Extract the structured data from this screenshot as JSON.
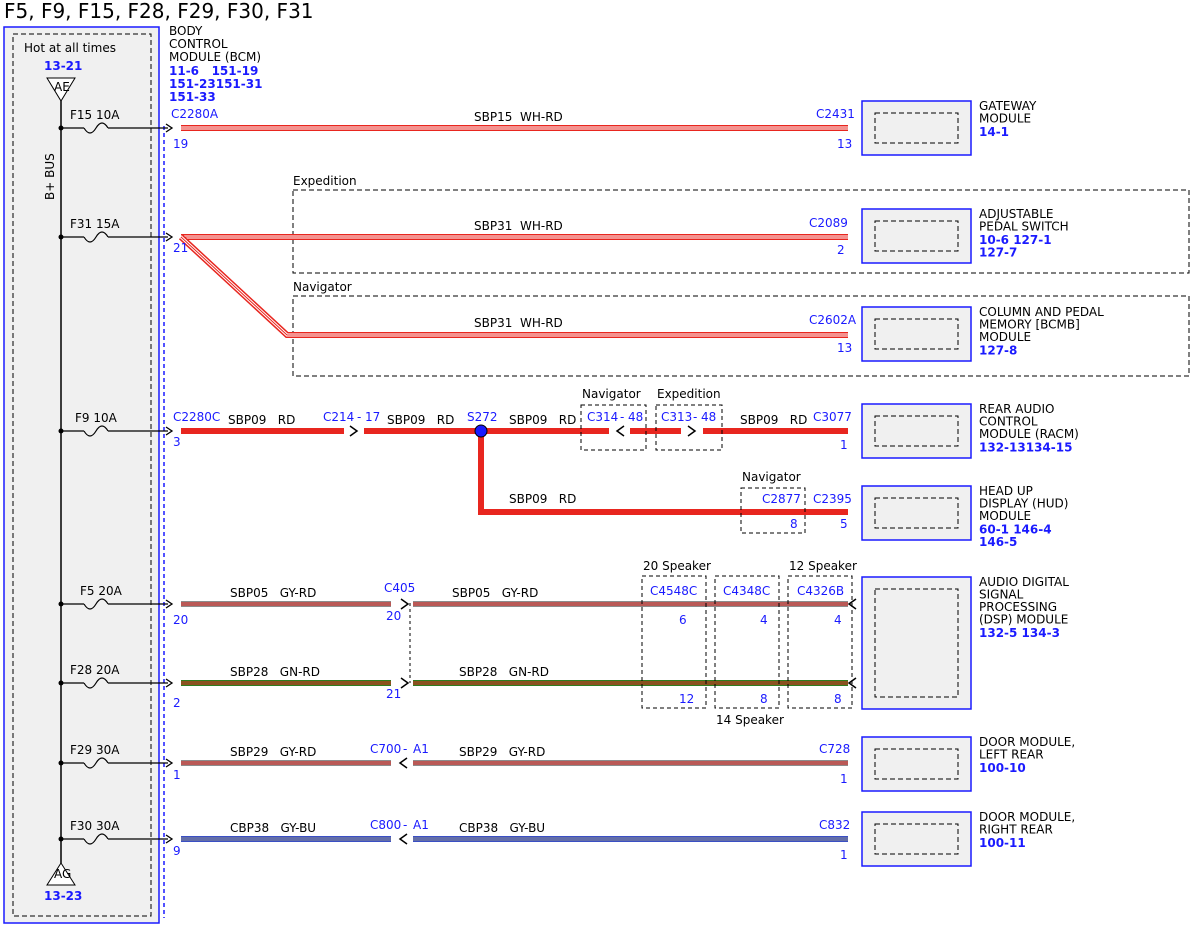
{
  "title": "F5, F9, F15, F28, F29, F30, F31",
  "fuse_box": {
    "caption": "Hot at all times",
    "top_ref": "13-21",
    "top_connector": "AE",
    "bus_label": "B+ BUS",
    "bottom_connector": "AG",
    "bottom_ref": "13-23"
  },
  "bcm": {
    "name_lines": [
      "BODY",
      "CONTROL",
      "MODULE (BCM)"
    ],
    "ref_lines": [
      "11-6   151-19",
      "151-23151-31",
      "151-33"
    ]
  },
  "fuses": [
    {
      "id": "F15",
      "rating": "10A"
    },
    {
      "id": "F31",
      "rating": "15A"
    },
    {
      "id": "F9",
      "rating": "10A"
    },
    {
      "id": "F5",
      "rating": "20A"
    },
    {
      "id": "F28",
      "rating": "20A"
    },
    {
      "id": "F29",
      "rating": "30A"
    },
    {
      "id": "F30",
      "rating": "30A"
    }
  ],
  "circuits": {
    "sbp15": {
      "bcm_connector": "C2280A",
      "bcm_pin": "19",
      "wire": "SBP15  WH-RD",
      "end_connector": "C2431",
      "end_pin": "13"
    },
    "sbp31_exp": {
      "bcm_pin": "21",
      "wire": "SBP31  WH-RD",
      "end_connector": "C2089",
      "end_pin": "2"
    },
    "sbp31_nav": {
      "wire": "SBP31  WH-RD",
      "end_connector": "C2602A",
      "end_pin": "13"
    },
    "sbp09": {
      "bcm_connector": "C2280C",
      "bcm_pin": "3",
      "wire_a": "SBP09   RD",
      "inline_1": "C214",
      "inline_1_pin": "17",
      "wire_b": "SBP09   RD",
      "splice": "S272",
      "wire_c": "SBP09   RD",
      "inline_2": "C314",
      "inline_2_pin": "48",
      "inline_3": "C313",
      "inline_3_pin": "48",
      "wire_d": "SBP09   RD",
      "end_connector": "C3077",
      "end_pin": "1",
      "branch_wire": "SBP09   RD",
      "branch_inline": "C2877",
      "branch_inline_pin": "8",
      "branch_end_connector": "C2395",
      "branch_end_pin": "5"
    },
    "sbp05": {
      "bcm_pin": "20",
      "wire_a": "SBP05   GY-RD",
      "inline": "C405",
      "inline_pin": "20",
      "wire_b": "SBP05   GY-RD"
    },
    "sbp28": {
      "bcm_pin": "2",
      "wire_a": "SBP28   GN-RD",
      "inline_pin": "21",
      "wire_b": "SBP28   GN-RD"
    },
    "sbp29": {
      "bcm_pin": "1",
      "wire_a": "SBP29   GY-RD",
      "inline": "C700",
      "inline_pin": "A1",
      "wire_b": "SBP29   GY-RD",
      "end_connector": "C728",
      "end_pin": "1"
    },
    "cbp38": {
      "bcm_pin": "9",
      "wire_a": "CBP38   GY-BU",
      "inline": "C800",
      "inline_pin": "A1",
      "wire_b": "CBP38   GY-BU",
      "end_connector": "C832",
      "end_pin": "1"
    }
  },
  "dsp_connectors": [
    {
      "variant": "20 Speaker",
      "connector": "C4548C",
      "pin_top": "6",
      "pin_bottom": "12"
    },
    {
      "variant": "14 Speaker",
      "connector": "C4348C",
      "pin_top": "4",
      "pin_bottom": "8"
    },
    {
      "variant": "12 Speaker",
      "connector": "C4326B",
      "pin_top": "4",
      "pin_bottom": "8"
    }
  ],
  "variant_labels": {
    "expedition": "Expedition",
    "navigator": "Navigator"
  },
  "modules": [
    {
      "key": "gateway",
      "name_lines": [
        "GATEWAY",
        "MODULE"
      ],
      "ref_lines": [
        "14-1"
      ]
    },
    {
      "key": "pedal",
      "name_lines": [
        "ADJUSTABLE",
        "PEDAL SWITCH"
      ],
      "ref_lines": [
        "10-6   127-1",
        "127-7"
      ]
    },
    {
      "key": "bcmb",
      "name_lines": [
        "COLUMN AND PEDAL",
        "MEMORY [BCMB]",
        "MODULE"
      ],
      "ref_lines": [
        "127-8"
      ]
    },
    {
      "key": "racm",
      "name_lines": [
        "REAR AUDIO",
        "CONTROL",
        "MODULE (RACM)"
      ],
      "ref_lines": [
        "132-13134-15"
      ]
    },
    {
      "key": "hud",
      "name_lines": [
        "HEAD UP",
        "DISPLAY (HUD)",
        "MODULE"
      ],
      "ref_lines": [
        "60-1   146-4",
        "146-5"
      ]
    },
    {
      "key": "dsp",
      "name_lines": [
        "AUDIO DIGITAL",
        "SIGNAL",
        "PROCESSING",
        "(DSP) MODULE"
      ],
      "ref_lines": [
        "132-5 134-3"
      ]
    },
    {
      "key": "door_lr",
      "name_lines": [
        "DOOR MODULE,",
        "LEFT REAR"
      ],
      "ref_lines": [
        "100-10"
      ]
    },
    {
      "key": "door_rr",
      "name_lines": [
        "DOOR MODULE,",
        "RIGHT REAR"
      ],
      "ref_lines": [
        "100-11"
      ]
    }
  ],
  "colors": {
    "wire_red": "#e8261f",
    "wire_white": "#ffffff",
    "wire_gray": "#8c8c8c",
    "wire_green": "#2e7d1f",
    "wire_blue": "#3a4fc4",
    "label_blue": "#1a1aff",
    "module_fill": "#f0f0f0"
  }
}
